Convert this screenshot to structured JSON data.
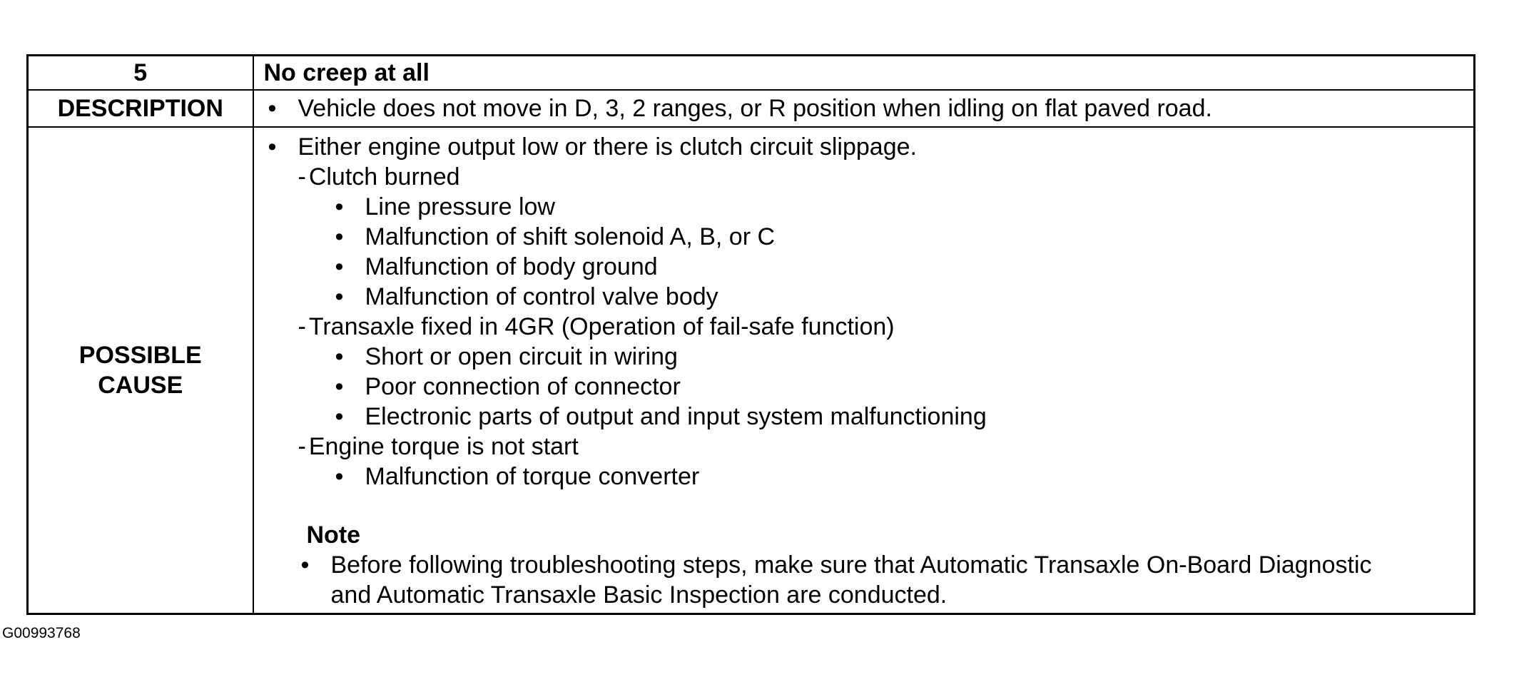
{
  "table": {
    "number": "5",
    "symptom": "No creep at all",
    "description_label": "DESCRIPTION",
    "description_items": [
      "Vehicle does not move in D, 3, 2 ranges, or R position when idling on flat paved road."
    ],
    "cause_label_line1": "POSSIBLE",
    "cause_label_line2": "CAUSE",
    "cause_summary": "Either engine output low or there is clutch circuit slippage.",
    "cause_groups": [
      {
        "heading": "Clutch burned",
        "items": [
          "Line pressure low",
          "Malfunction of shift solenoid A, B, or C",
          "Malfunction of body ground",
          "Malfunction of control valve body"
        ]
      },
      {
        "heading": "Transaxle fixed in 4GR (Operation of fail-safe function)",
        "items": [
          "Short or open circuit in wiring",
          "Poor connection of connector",
          "Electronic parts of output and input system malfunctioning"
        ]
      },
      {
        "heading": "Engine torque is not start",
        "items": [
          "Malfunction of torque converter"
        ]
      }
    ],
    "note_title": "Note",
    "note_line1": "Before following troubleshooting steps, make sure that Automatic Transaxle On-Board Diagnostic",
    "note_line2": "and Automatic Transaxle Basic Inspection are conducted."
  },
  "figure_code": "G00993768"
}
